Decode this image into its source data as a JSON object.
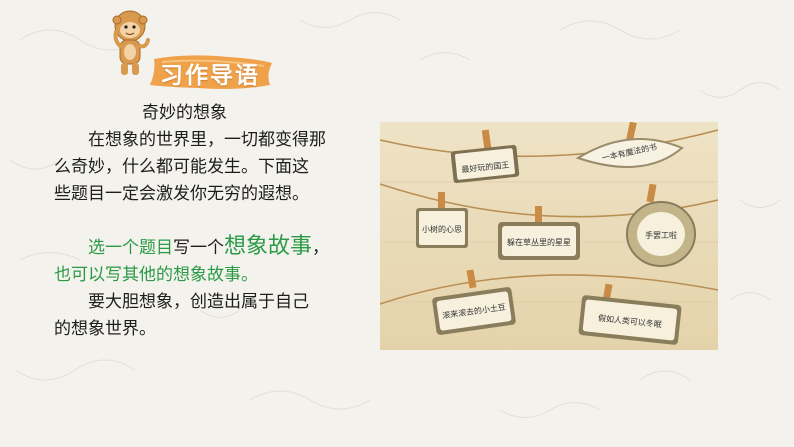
{
  "heading": "习作导语",
  "intro": {
    "title": "奇妙的想象",
    "line1": "在想象的世界里，一切都变得那",
    "line2": "么奇妙，什么都可能发生。下面这",
    "line3": "些题目一定会激发你无穷的遐想。"
  },
  "task": {
    "part1": "选一个题目",
    "part2": "写一个",
    "part3": "想象故事",
    "part4": "，",
    "line2": "也可以写其他的想象故事。",
    "line3": "要大胆想象，创造出属于自己",
    "line4": "的想象世界。"
  },
  "cards": {
    "c1": "最好玩的国王",
    "c2": "一本有魔法的书",
    "c3": "小树的心思",
    "c4": "躲在草丛里的星星",
    "c5": "手罢工啦",
    "c6": "滚来滚去的小土豆",
    "c7": "假如人类可以冬眠"
  },
  "colors": {
    "accent_green": "#2b9a47",
    "ribbon_orange": "#f0a24a",
    "text_dark": "#1d1d1d"
  }
}
